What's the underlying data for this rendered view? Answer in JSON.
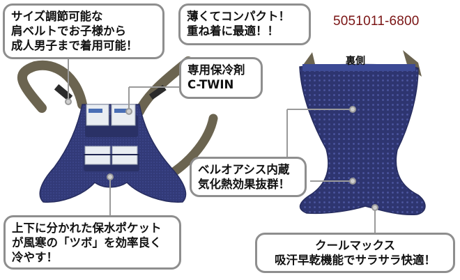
{
  "product_code": "5051011-6800",
  "back_label": "裏側",
  "callouts": {
    "size_adjust": "サイズ調節可能な\n肩ベルトでお子様から\n成人男子まで着用可能！",
    "compact": "薄くてコンパクト！\n重ね着に最適！！",
    "coolant": "専用保冷剤\nC-TWIN",
    "fabric": "ベルオアシス内蔵\n気化熱効果抜群！",
    "pockets": "上下に分かれた保水ポケット\nが風寒の「ツボ」を効率良く\n冷やす！",
    "coolmax": "クールマックス\n吸汗早乾機能でサラサラ快適！"
  },
  "colors": {
    "vest_navy": "#2e3570",
    "strap": "#6b6450",
    "callout_border": "#8e8e8e",
    "code_text": "#7a1414"
  }
}
